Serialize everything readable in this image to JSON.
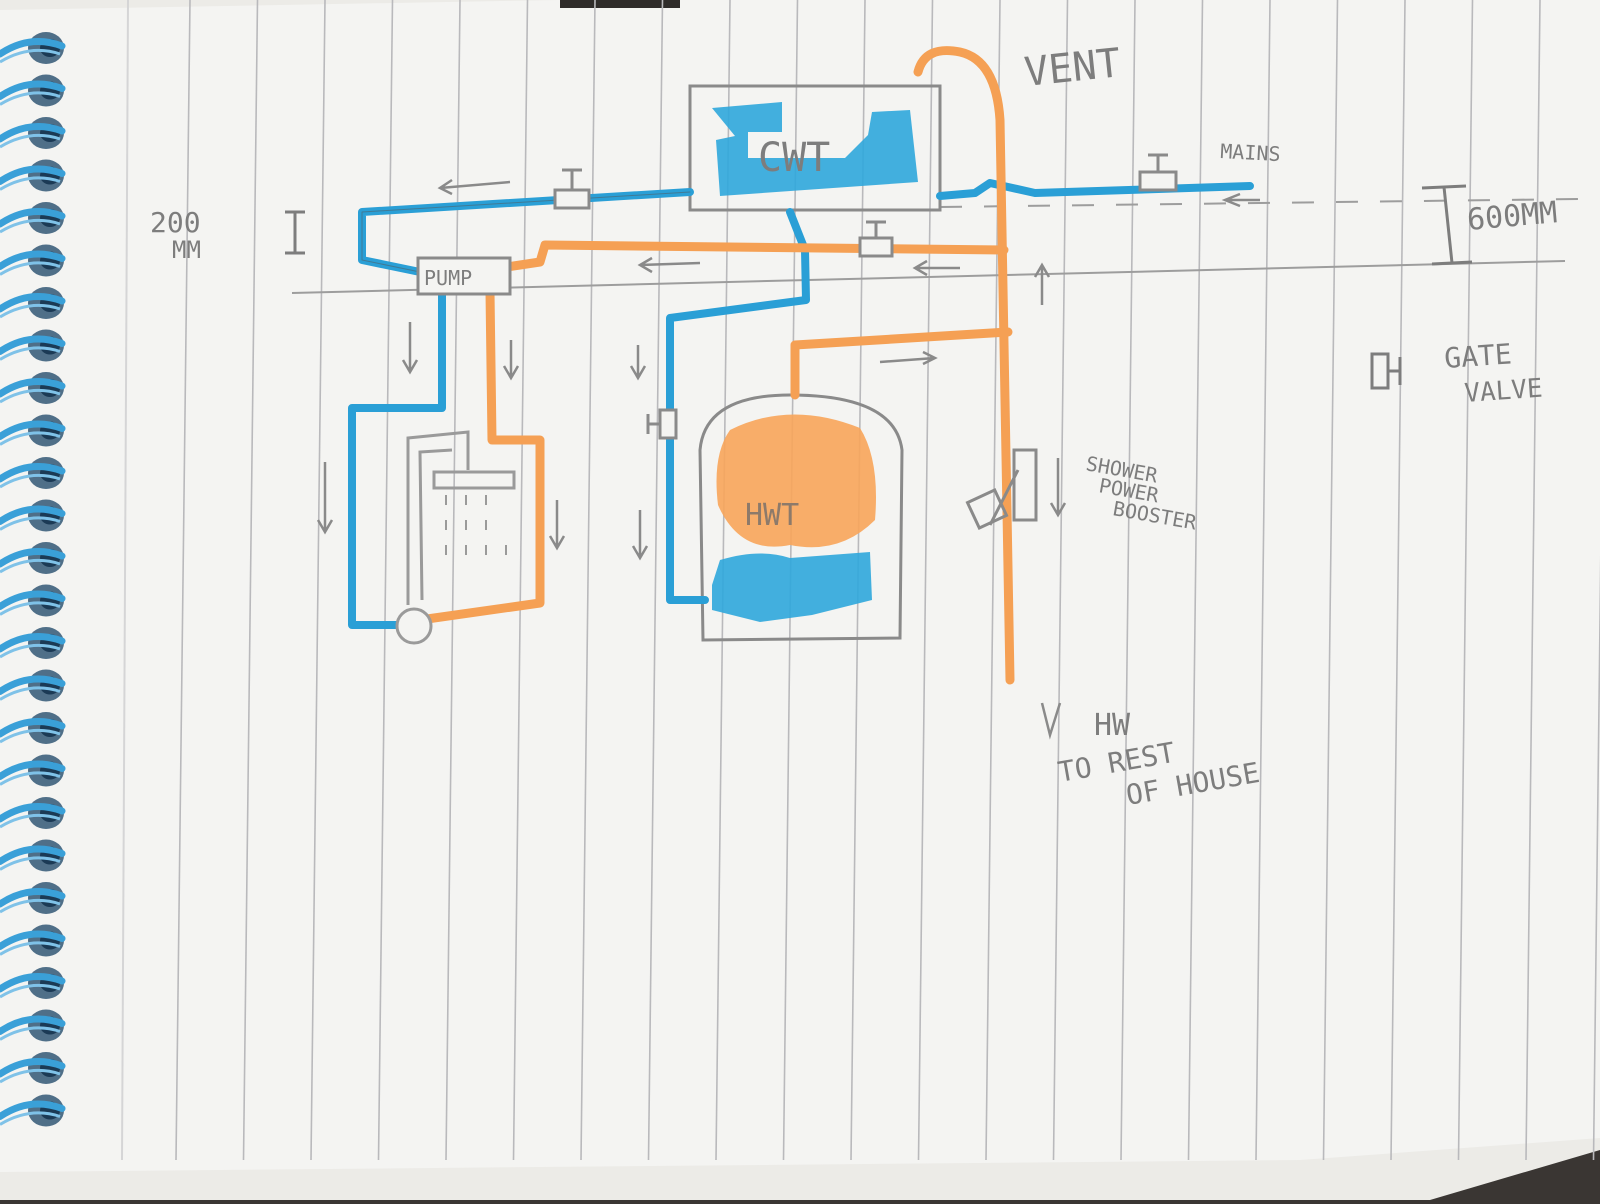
{
  "labels": {
    "cwt": "CWT",
    "hwt": "HWT",
    "pump": "PUMP",
    "vent": "VENT",
    "mains": "MAINS",
    "dim_200_line1": "200",
    "dim_200_line2": "MM",
    "dim_600": "600MM",
    "gate_valve_line1": "GATE",
    "gate_valve_line2": "VALVE",
    "booster_line1": "SHOWER",
    "booster_line2": "POWER",
    "booster_line3": "BOOSTER",
    "hw_line1": "HW",
    "hw_line2": "TO REST",
    "hw_line3": "OF HOUSE"
  },
  "colors": {
    "cold_water": "#2a9fd6",
    "hot_water": "#f5a054",
    "pencil": "#8a8a8a",
    "paper": "#f4f4f2",
    "rule_line": "#b9b9bc",
    "spiral": "#3aa0d8"
  }
}
